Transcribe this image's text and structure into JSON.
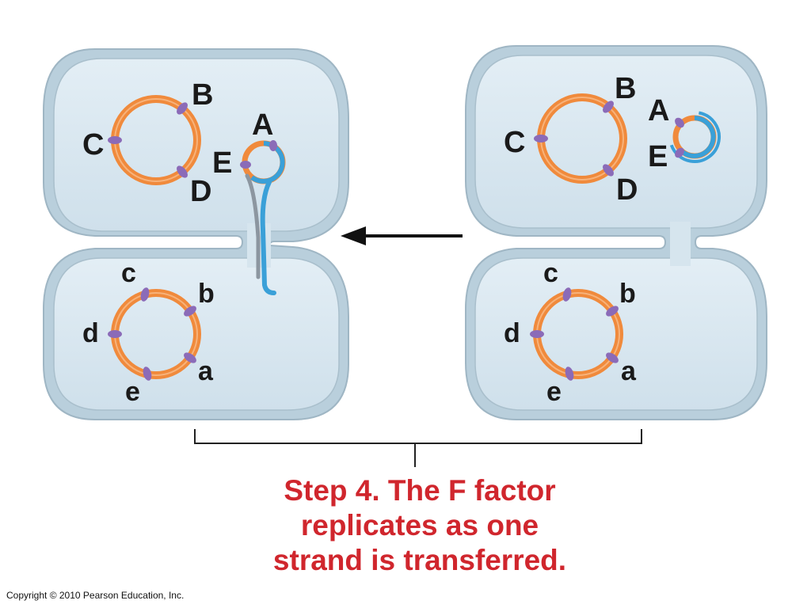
{
  "left_pair": {
    "top_cell_labels": {
      "B": "B",
      "C": "C",
      "D": "D",
      "A": "A",
      "E": "E"
    },
    "bottom_cell_labels": {
      "c": "c",
      "b": "b",
      "d": "d",
      "a": "a",
      "e": "e"
    }
  },
  "right_pair": {
    "top_cell_labels": {
      "B": "B",
      "C": "C",
      "D": "D",
      "A": "A",
      "E": "E"
    },
    "bottom_cell_labels": {
      "c": "c",
      "b": "b",
      "d": "d",
      "a": "a",
      "e": "e"
    }
  },
  "caption": {
    "line1": "Step 4. The F factor",
    "line2": "replicates as one",
    "line3": "strand is transferred."
  },
  "copyright": "Copyright © 2010 Pearson Education, Inc.",
  "colors": {
    "cell_fill": "#dbe8f0",
    "cell_outline": "#a9bfcc",
    "chromosome": "#f08a3c",
    "marker": "#8b6bb8",
    "plasmid_new_strand": "#3aa0d8",
    "plasmid_old_strand": "#8c96a0",
    "caption": "#d0262d"
  }
}
